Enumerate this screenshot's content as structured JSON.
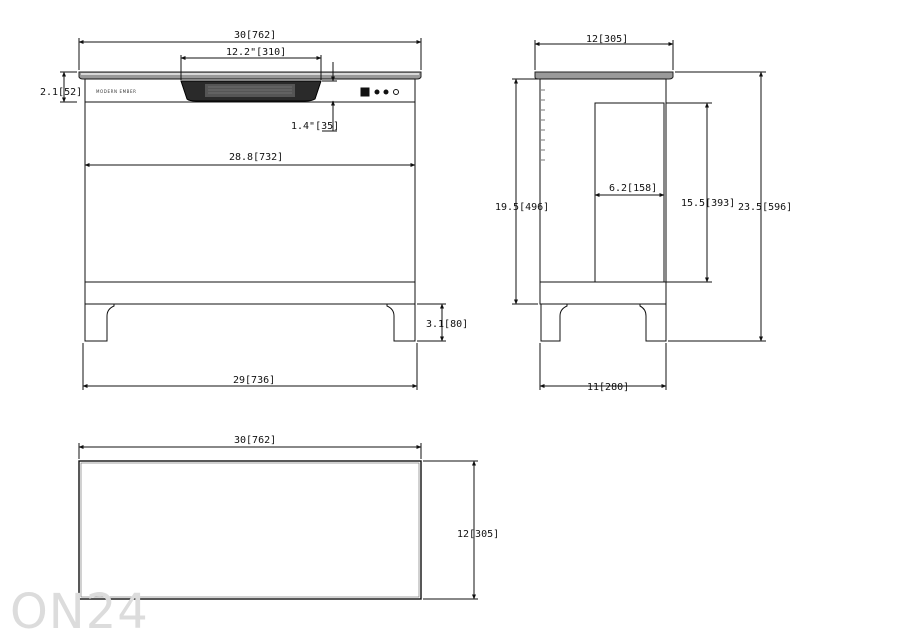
{
  "front_view": {
    "overall_width": "30[762]",
    "vent_width": "12.2\"[310]",
    "top_thickness": "2.1[52]",
    "vent_drop": "1.4\"[35]",
    "inner_width": "28.8[732]",
    "leg_height": "3.1[80]",
    "base_width": "29[736]",
    "brand_text": "MODERN EMBER"
  },
  "side_view": {
    "top_depth": "12[305]",
    "body_height": "19.5[496]",
    "window_width": "6.2[158]",
    "window_height": "15.5[393]",
    "overall_height": "23.5[596]",
    "base_depth": "11[280]"
  },
  "top_view": {
    "width": "30[762]",
    "depth": "12[305]"
  },
  "watermark": "ON24"
}
